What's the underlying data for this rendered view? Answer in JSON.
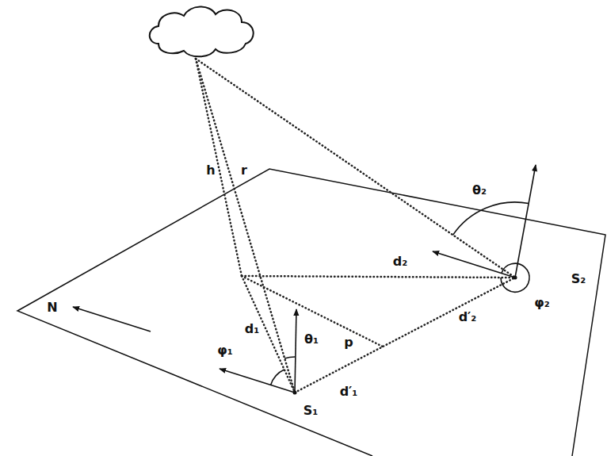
{
  "diagram": {
    "labels": [
      "h",
      "r",
      "θ₂",
      "d₂",
      "S₂",
      "φ₂",
      "N",
      "d′₂",
      "d₁",
      "θ₁",
      "p",
      "φ₁",
      "d′₁",
      "S₁"
    ]
  }
}
